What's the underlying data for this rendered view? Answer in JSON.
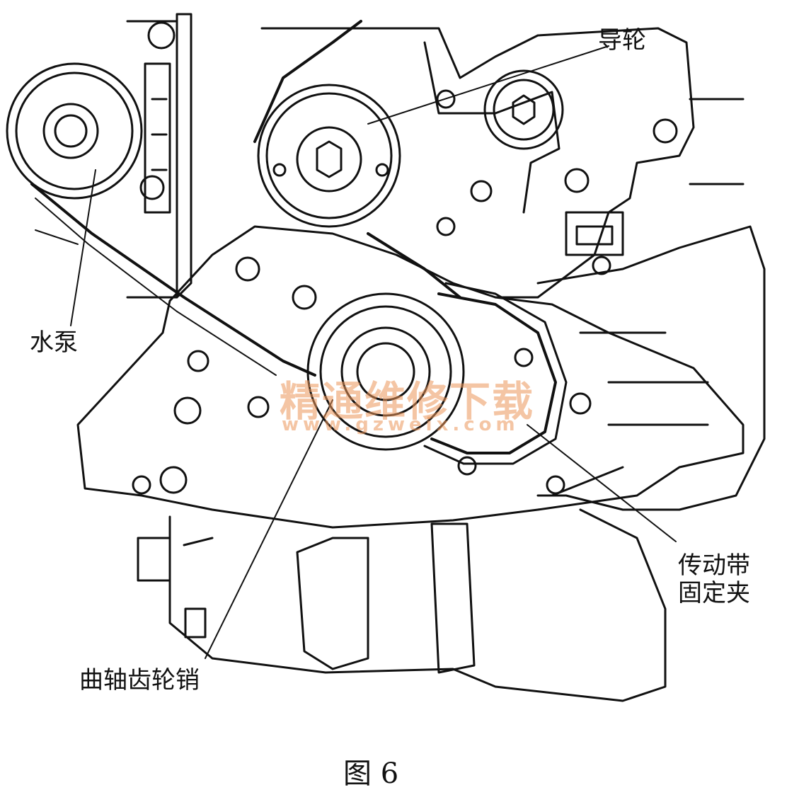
{
  "labels": {
    "idler": "导轮",
    "water_pump": "水泵",
    "belt_clip_line1": "传动带",
    "belt_clip_line2": "固定夹",
    "crank_pin": "曲轴齿轮销"
  },
  "watermark": {
    "cn": "精通维修下载",
    "url": "www.gzweix.com"
  },
  "caption": "图 6",
  "colors": {
    "ink": "#111111",
    "paper": "#ffffff",
    "watermark": "#eb965a"
  }
}
